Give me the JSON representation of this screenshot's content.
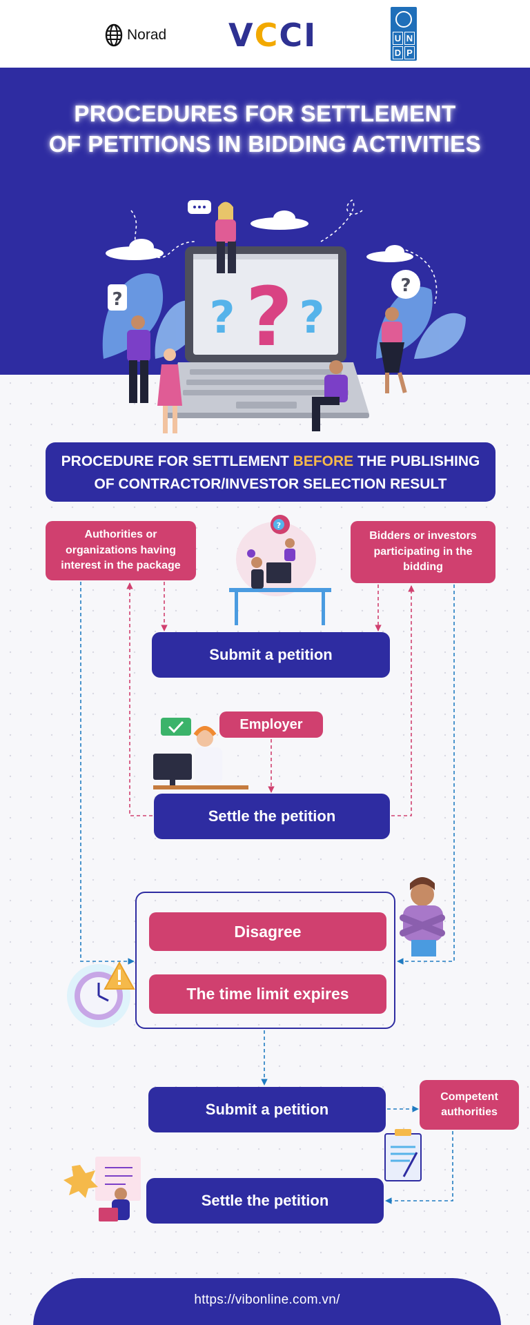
{
  "logos": {
    "norad": "Norad",
    "vcci": "VCCI",
    "undp_letters": [
      "U",
      "N",
      "D",
      "P"
    ]
  },
  "hero": {
    "title_line1": "PROCEDURES FOR SETTLEMENT",
    "title_line2": "OF PETITIONS IN BIDDING ACTIVITIES"
  },
  "section": {
    "part1": "PROCEDURE FOR SETTLEMENT ",
    "highlight": "BEFORE",
    "part2": " THE PUBLISHING",
    "line2": "OF CONTRACTOR/INVESTOR SELECTION RESULT"
  },
  "flow": {
    "party_left": "Authorities or organizations having interest in the package",
    "party_right": "Bidders or investors participating in the bidding",
    "step1": "Submit a petition",
    "employer": "Employer",
    "step2": "Settle the petition",
    "condition1": "Disagree",
    "condition2": "The time limit expires",
    "step3": "Submit a petition",
    "authority": "Competent authorities",
    "step4": "Settle the petition"
  },
  "footer": {
    "url": "https://vibonline.com.vn/"
  },
  "colors": {
    "navy": "#2e2ca1",
    "pink": "#d0406f",
    "highlight": "#f5b94a",
    "dashed_blue": "#1f7bc1"
  },
  "icons": [
    "norad-globe-icon",
    "un-emblem-icon",
    "question-mark-icon",
    "check-icon",
    "warning-icon",
    "clock-icon",
    "clipboard-icon"
  ]
}
